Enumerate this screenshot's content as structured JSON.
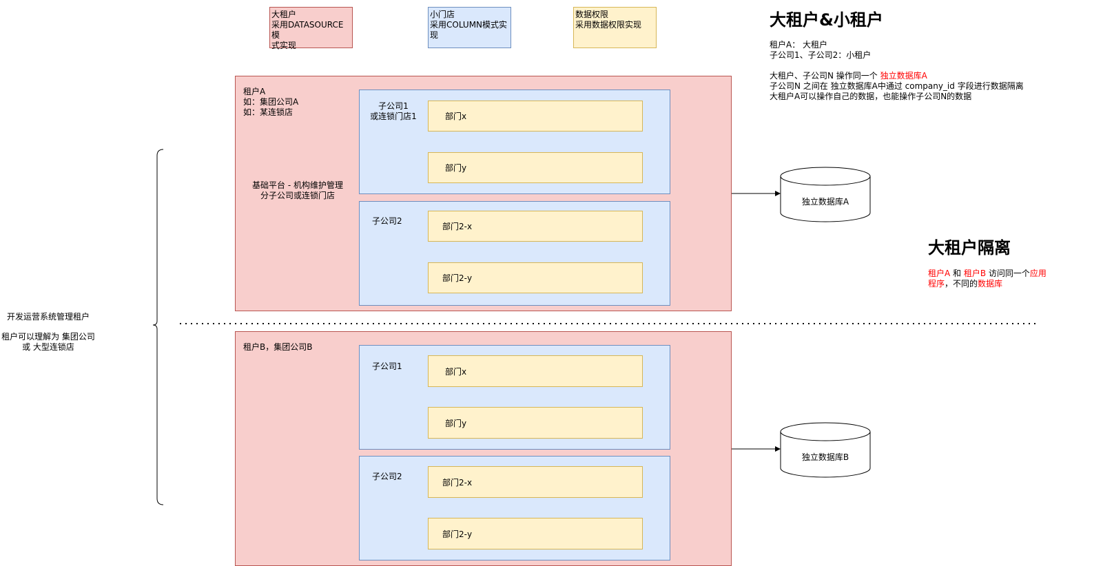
{
  "legend": [
    {
      "text": "大租户\n采用DATASOURCE模\n式实现",
      "kind": "red"
    },
    {
      "text": "小门店\n采用COLUMN模式实\n现",
      "kind": "blue"
    },
    {
      "text": "数据权限\n采用数据权限实现",
      "kind": "yellow"
    }
  ],
  "left_label": {
    "line1": "开发运营系统管理租户",
    "line2": "租户可以理解为 集团公司\n或 大型连锁店"
  },
  "tenant_a": {
    "title": "租户A\n如：集团公司A\n如：某连锁店",
    "platform": "基础平台 - 机构维护管理\n分子公司或连锁门店",
    "company1": {
      "label": "子公司1\n或连锁门店1",
      "depts": [
        "部门x",
        "部门y"
      ]
    },
    "company2": {
      "label": "子公司2",
      "depts": [
        "部门2-x",
        "部门2-y"
      ]
    },
    "db": "独立数据库A"
  },
  "tenant_b": {
    "title": "租户B，集团公司B",
    "company1": {
      "label": "子公司1",
      "depts": [
        "部门x",
        "部门y"
      ]
    },
    "company2": {
      "label": "子公司2",
      "depts": [
        "部门2-x",
        "部门2-y"
      ]
    },
    "db": "独立数据库B"
  },
  "big_small": {
    "heading": "大租户&小租户",
    "line1": "租户A： 大租户",
    "line2": "子公司1、子公司2：小租户",
    "line3_prefix": "大租户、子公司N 操作同一个 ",
    "line3_highlight": "独立数据库A",
    "line4": "子公司N 之间在 独立数据库A中通过 company_id 字段进行数据隔离",
    "line5": "大租户A可以操作自己的数据，也能操作子公司N的数据"
  },
  "isolation": {
    "heading": "大租户隔离",
    "p1": "租户A",
    "p2": " 和 ",
    "p3": "租户B",
    "p4": " 访问同一个",
    "p5": "应用",
    "p6": "程序",
    "p7": "，不同的",
    "p8": "数据库"
  },
  "colors": {
    "red": "#ff0000",
    "tenant_fill": "#f8cecc",
    "company_fill": "#dae8fc",
    "dept_fill": "#fff2cc"
  }
}
